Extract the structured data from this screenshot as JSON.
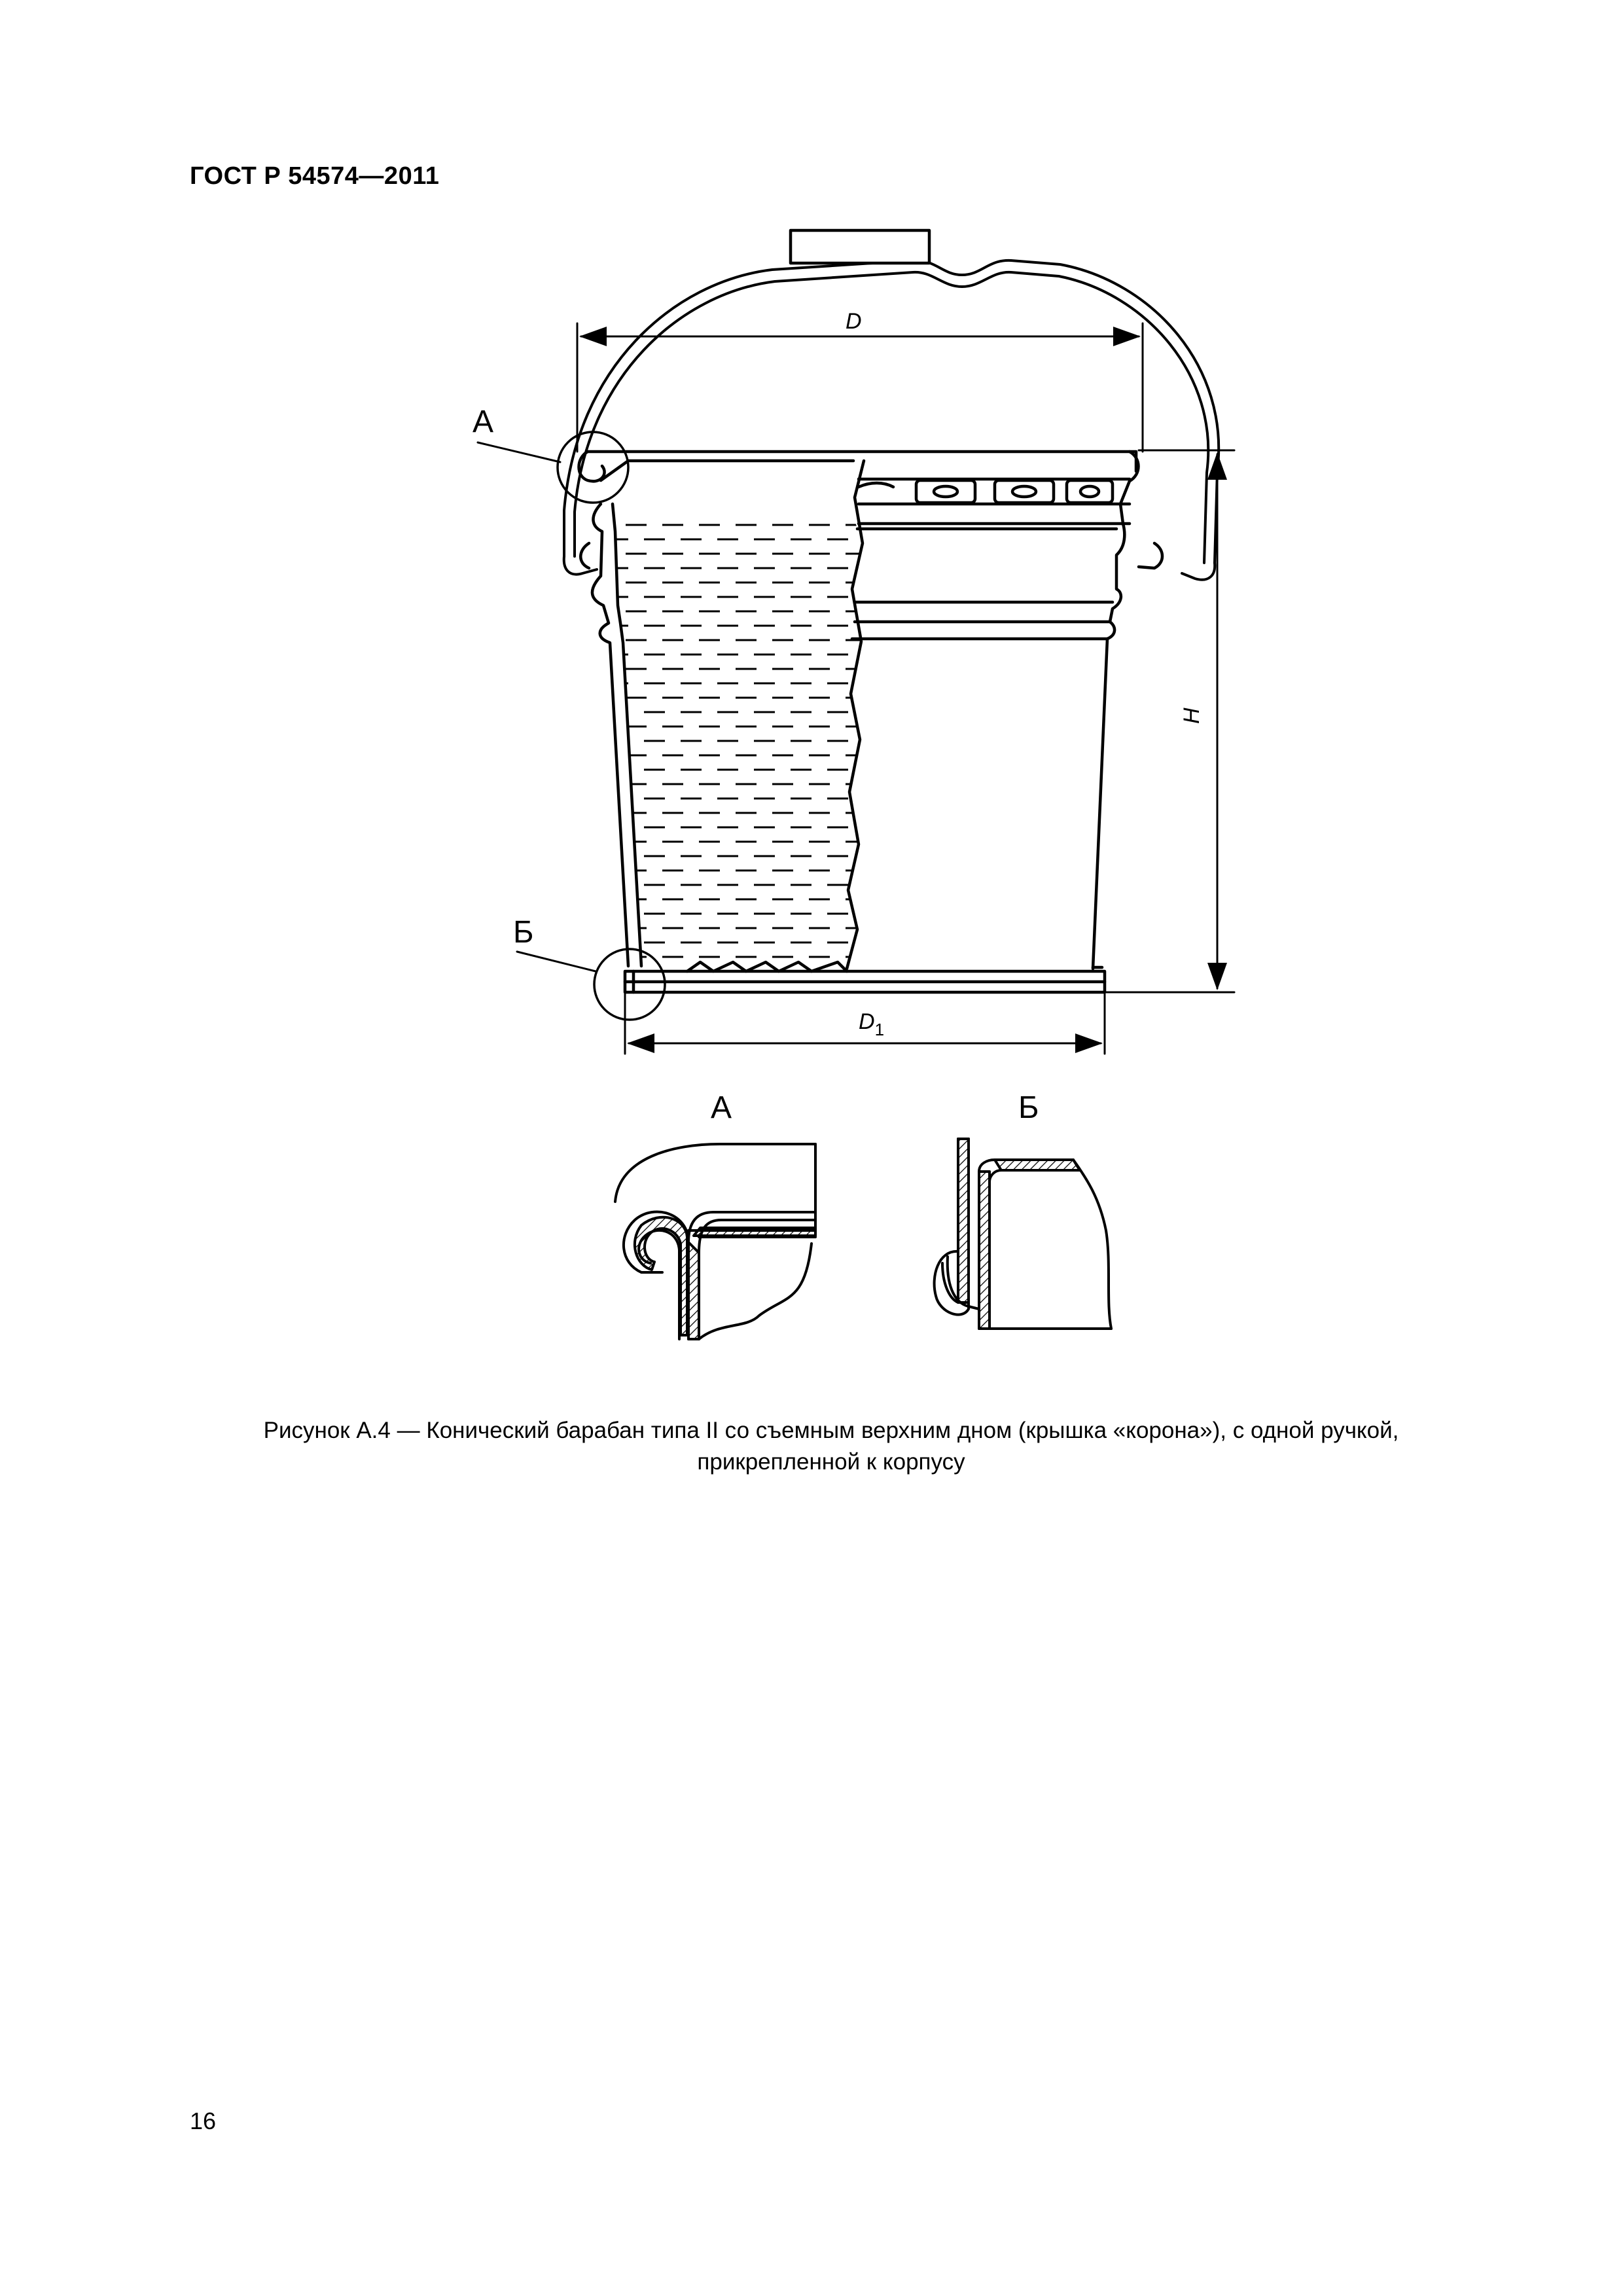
{
  "document": {
    "header": "ГОСТ Р 54574—2011",
    "page_number": "16"
  },
  "figure": {
    "labels": {
      "D": "D",
      "D1_base": "D",
      "D1_sub": "1",
      "H": "H",
      "callout_a": "А",
      "callout_b": "Б",
      "detail_a": "А",
      "detail_b": "Б"
    },
    "caption_line1": "Рисунок  А.4 — Конический барабан типа II со съемным верхним дном (крышка «корона»), с одной ручкой,",
    "caption_line2": "прикрепленной к корпусу"
  }
}
